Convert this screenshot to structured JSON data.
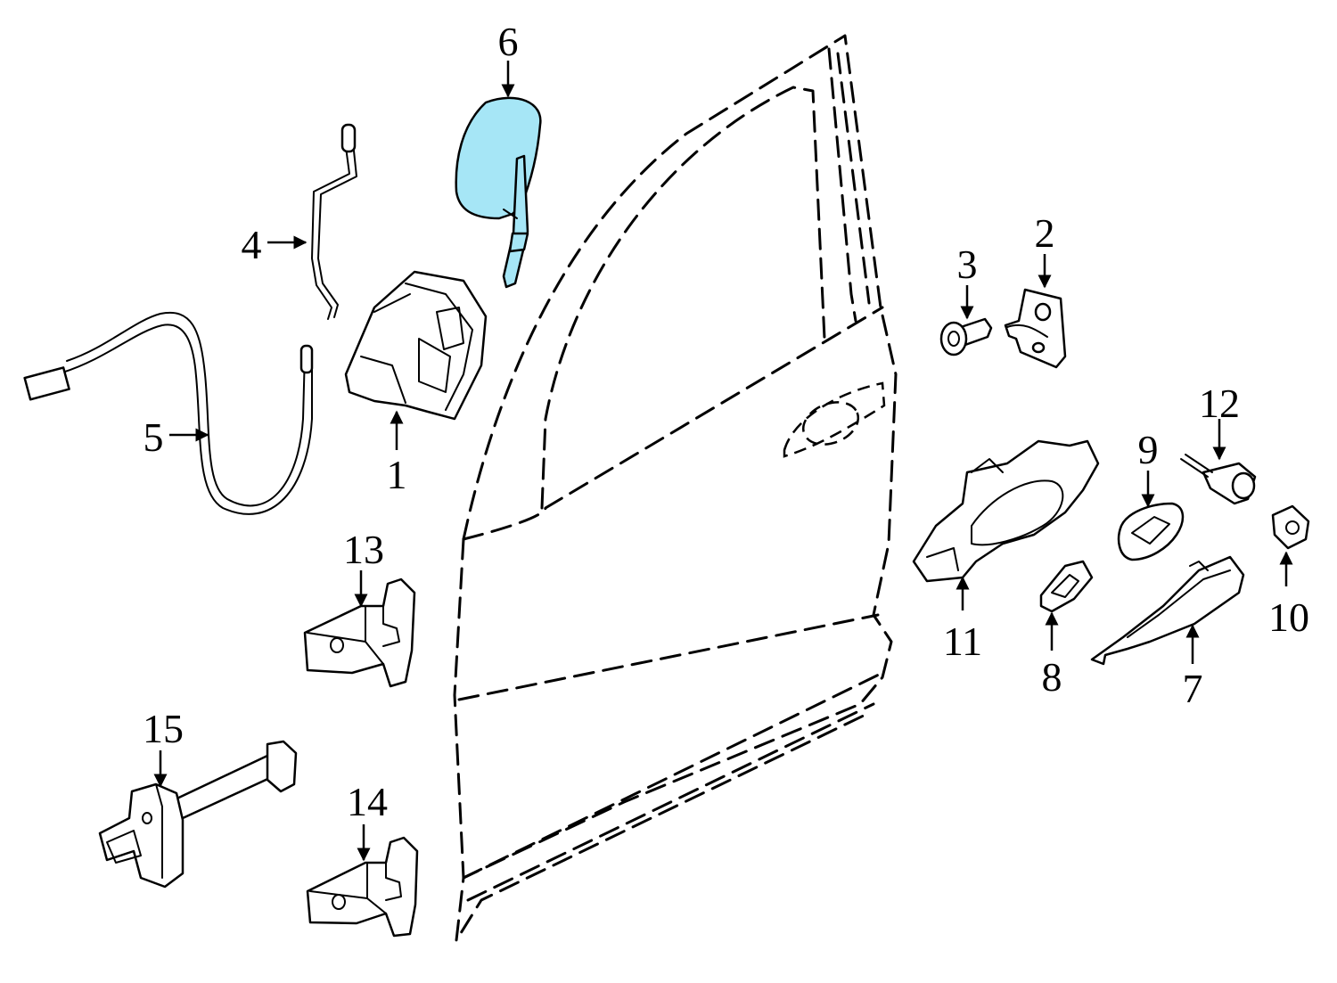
{
  "callouts": {
    "c1": "1",
    "c2": "2",
    "c3": "3",
    "c4": "4",
    "c5": "5",
    "c6": "6",
    "c7": "7",
    "c8": "8",
    "c9": "9",
    "c10": "10",
    "c11": "11",
    "c12": "12",
    "c13": "13",
    "c14": "14",
    "c15": "15"
  },
  "highlight_color": "#a6e6f6",
  "line_color": "#000000",
  "background_color": "#ffffff"
}
